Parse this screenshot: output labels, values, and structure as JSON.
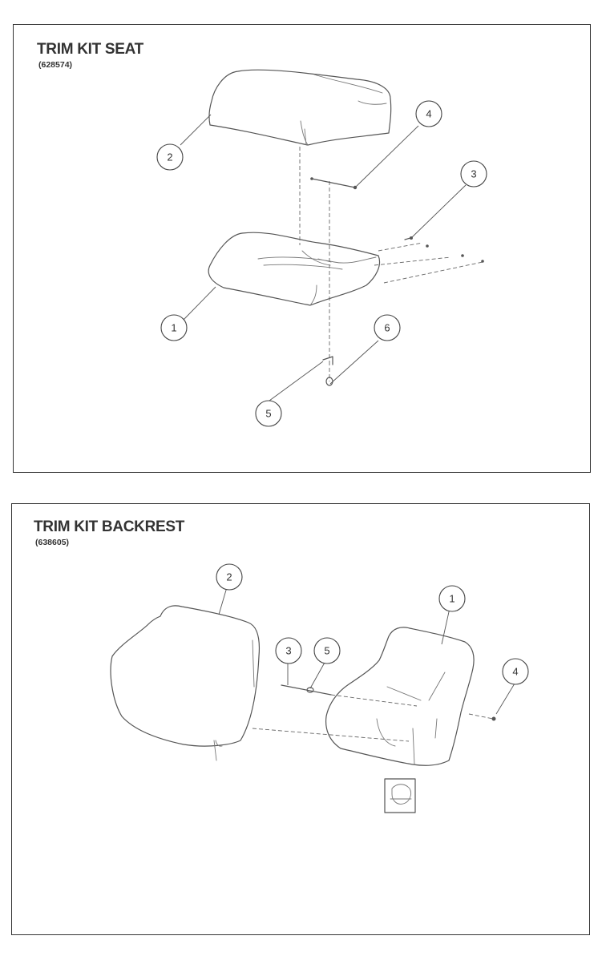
{
  "seat_panel": {
    "title": "TRIM KIT SEAT",
    "part_number": "(628574)",
    "callouts": [
      "1",
      "2",
      "3",
      "4",
      "5",
      "6"
    ]
  },
  "backrest_panel": {
    "title": "TRIM KIT BACKREST",
    "part_number": "(638605)",
    "callouts": [
      "1",
      "2",
      "3",
      "4",
      "5"
    ]
  }
}
